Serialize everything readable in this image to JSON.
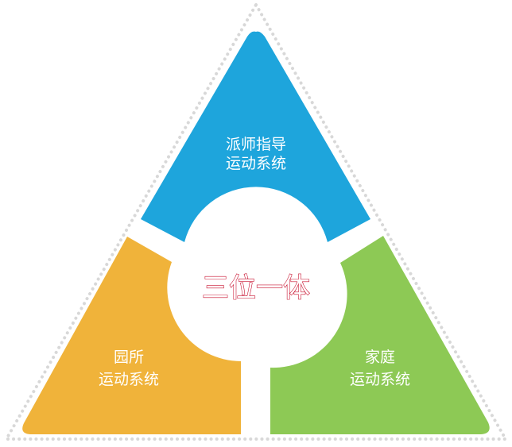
{
  "diagram": {
    "center_label": "三位一体",
    "segments": [
      {
        "line1": "派师指导",
        "line2": "运动系统",
        "color": "#1ea5dc"
      },
      {
        "line1": "园所",
        "line2": "运动系统",
        "color": "#f0b33a"
      },
      {
        "line1": "家庭",
        "line2": "运动系统",
        "color": "#8dc955"
      }
    ]
  }
}
